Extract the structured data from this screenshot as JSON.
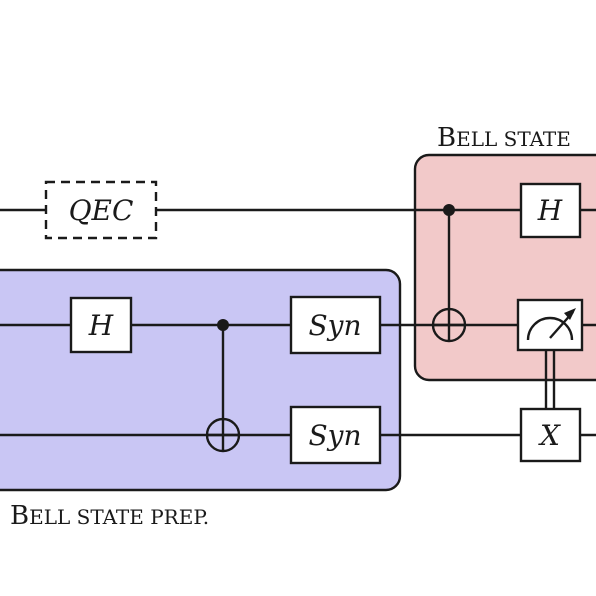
{
  "colors": {
    "prep_region": "#c9c6f4",
    "measure_region": "#f2c9c9",
    "line": "#1a1a1a"
  },
  "labels": {
    "bell_prep": {
      "big": "B",
      "rest": "ELL STATE PREP."
    },
    "bell_meas": {
      "big": "B",
      "rest": "ELL STATE"
    }
  },
  "gates": {
    "qec": "QEC",
    "h_top": "H",
    "h_right": "H",
    "syn_top": "Syn",
    "syn_bottom": "Syn",
    "x_gate": "X"
  },
  "icons": {
    "measurement": "meter-icon",
    "control_dot": "control-dot-icon",
    "target": "cnot-target-icon"
  }
}
